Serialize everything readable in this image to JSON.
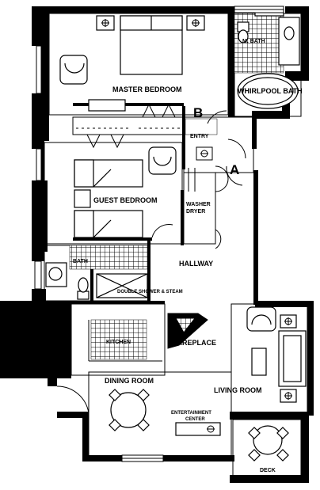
{
  "rooms": {
    "master_bedroom": "MASTER BEDROOM",
    "master_bath": "M. BATH",
    "whirlpool_bath": "WHIRLPOOL BATH",
    "entry": "ENTRY",
    "guest_bedroom": "GUEST BEDROOM",
    "washer_dryer_line1": "WASHER",
    "washer_dryer_line2": "DRYER",
    "bath": "BATH",
    "hallway": "HALLWAY",
    "double_shower": "DOUBLE SHOWER & STEAM",
    "kitchen": "KITCHEN",
    "fireplace": "FIREPLACE",
    "dining_room": "DINING ROOM",
    "living_room": "LIVING ROOM",
    "entertainment_line1": "ENTERTAINMENT",
    "entertainment_line2": "CENTER",
    "deck": "DECK"
  },
  "markers": {
    "a": "A",
    "b": "B"
  },
  "colors": {
    "wall": "#000000",
    "floor": "#ffffff"
  }
}
